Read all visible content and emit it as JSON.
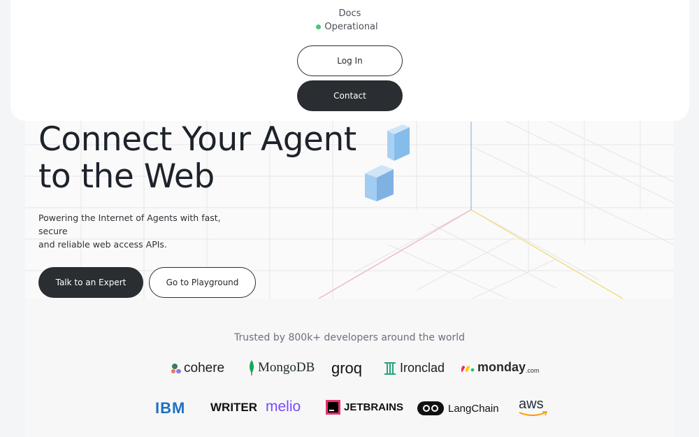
{
  "nav": {
    "docs_label": "Docs",
    "status_label": "Operational",
    "login_label": "Log In",
    "contact_label": "Contact"
  },
  "hero": {
    "headline_line1": "Connect Your Agent",
    "headline_line2": "to the Web",
    "subtitle_line1": "Powering the Internet of Agents with fast, secure",
    "subtitle_line2": "and reliable web access APIs.",
    "cta_primary": "Talk to an Expert",
    "cta_secondary": "Go to Playground"
  },
  "trusted": {
    "heading": "Trusted by 800k+ developers around the world",
    "logos_row1": [
      "cohere",
      "MongoDB",
      "groq",
      "Ironclad",
      "monday",
      ".com"
    ],
    "logos_row2": [
      "IBM",
      "WRITER",
      "melio",
      "JETBRAINS",
      "LangChain",
      "aws"
    ]
  },
  "colors": {
    "status_green": "#4cc47a",
    "dark_button": "#2a2d31",
    "accent_blue": "#7fb6e8",
    "axis_pink": "#f2b8c6",
    "axis_yellow": "#f1df86",
    "axis_blue": "#9ec8ec"
  }
}
